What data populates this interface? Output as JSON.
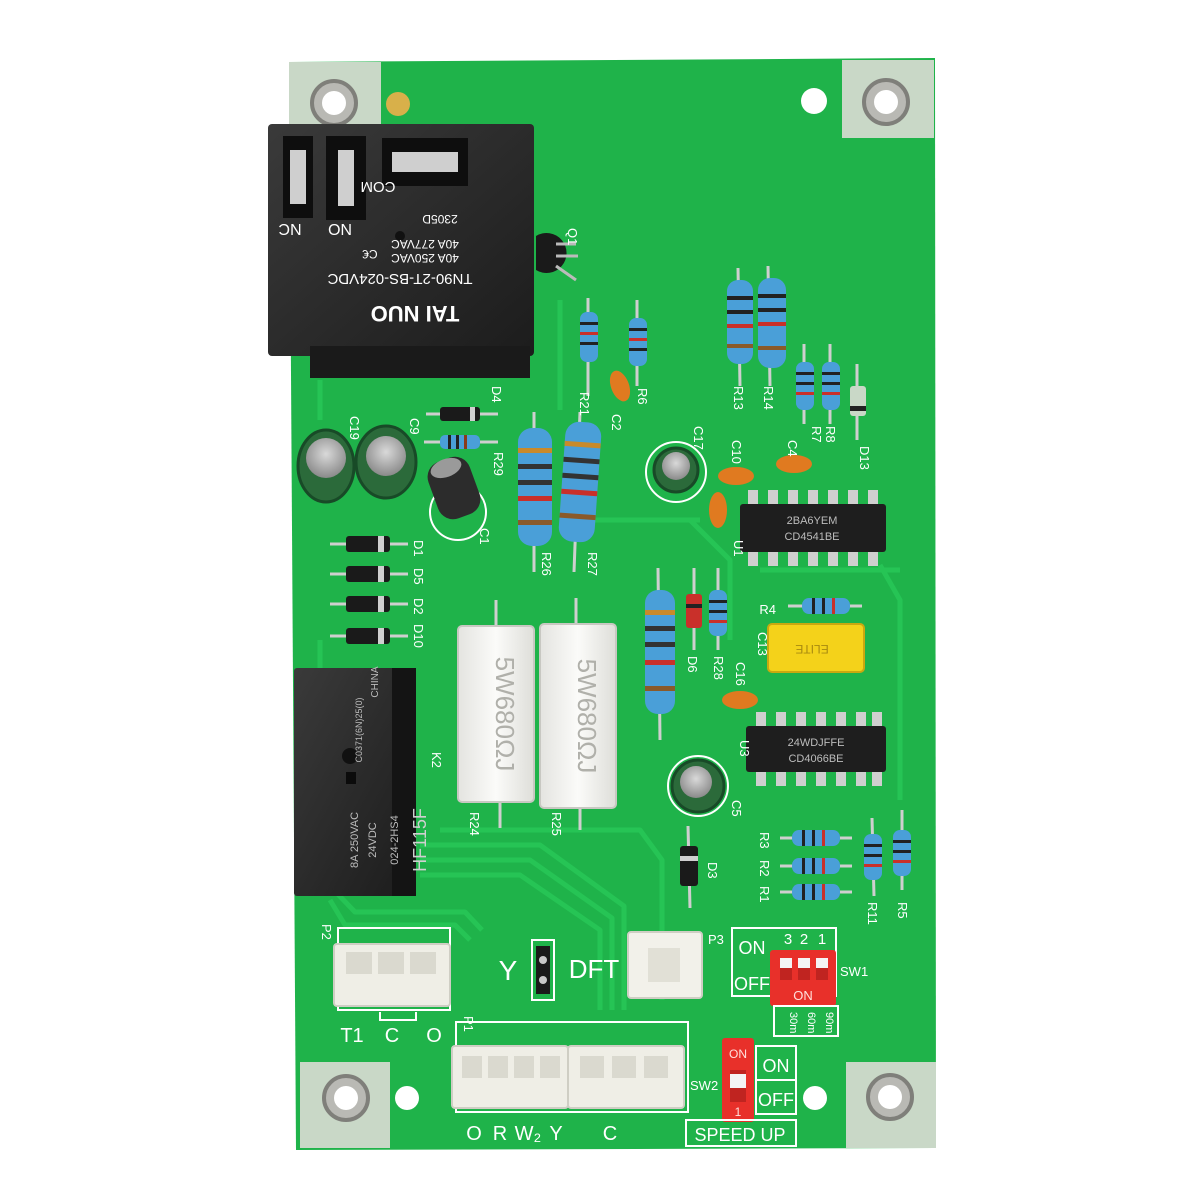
{
  "colors": {
    "pcb": "#1fb34a",
    "pcb_dark": "#189a3e",
    "trace": "#22c04f",
    "silk": "#ffffff",
    "pad": "#c9d8c7",
    "relay": "#262626",
    "resistor_blue": "#4a9fd8",
    "ceramic_white": "#f4f4f2",
    "cap_orange": "#e07a20",
    "dip_red": "#e8302a",
    "film_yellow": "#f4d21a"
  },
  "relay_k1": {
    "brand": "TAI NUO",
    "model": "TN90-2T-BS-024VDC",
    "rating1": "40A 250VAC",
    "rating2": "40A 277VAC",
    "cert": "C€",
    "date": "2305D",
    "pin_nc": "NC",
    "pin_no": "NO",
    "pin_com": "COM"
  },
  "relay_k2": {
    "label": "K2",
    "model": "HF115F",
    "part": "024-2HS4",
    "voltage": "24VDC",
    "rating": "8A 250VAC",
    "origin": "CHINA",
    "code": "C0371(6N)25(0)"
  },
  "ic_u1": {
    "label": "U1",
    "line1": "2BA6YEM",
    "line2": "CD4541BE"
  },
  "ic_u3": {
    "label": "U3",
    "line1": "24WDJFFE",
    "line2": "CD4066BE"
  },
  "power_resistors": [
    {
      "text": "5W680ΩJ",
      "label": "R24"
    },
    {
      "text": "5W680ΩJ",
      "label": "R25"
    }
  ],
  "film_cap": {
    "label": "C13",
    "brand": "ELITE"
  },
  "silkscreen": {
    "Q1": "Q1",
    "R21": "R21",
    "R6": "R6",
    "C2": "C2",
    "D4": "D4",
    "C9": "C9",
    "C19": "C19",
    "R29": "R29",
    "C1": "C1",
    "R26": "R26",
    "R27": "R27",
    "C17": "C17",
    "C10": "C10",
    "R13": "R13",
    "R14": "R14",
    "R7": "R7",
    "R8": "R8",
    "D13": "D13",
    "C4": "C4",
    "D1": "D1",
    "D5": "D5",
    "D2": "D2",
    "D10": "D10",
    "R4": "R4",
    "D6": "D6",
    "R28": "R28",
    "C16": "C16",
    "C5": "C5",
    "D3": "D3",
    "R3": "R3",
    "R2": "R2",
    "R1": "R1",
    "R11": "R11",
    "R5": "R5",
    "P1": "P1",
    "P2": "P2",
    "P3": "P3",
    "SW1": "SW1",
    "SW2": "SW2"
  },
  "connector_p2": {
    "pins": [
      "T1",
      "C",
      "O"
    ]
  },
  "connector_p1": {
    "pins": [
      "O",
      "R",
      "W₂",
      "Y",
      "C"
    ]
  },
  "jumper": {
    "left": "Y",
    "right": "DFT"
  },
  "dip_sw1": {
    "numbers": [
      "3",
      "2",
      "1"
    ],
    "on": "ON",
    "off": "OFF",
    "switch_on": "ON",
    "times": [
      "30m",
      "60m",
      "90m"
    ]
  },
  "dip_sw2": {
    "on": "ON",
    "off": "OFF",
    "switch_on": "ON",
    "switch_pos": "1",
    "caption": "SPEED UP"
  }
}
